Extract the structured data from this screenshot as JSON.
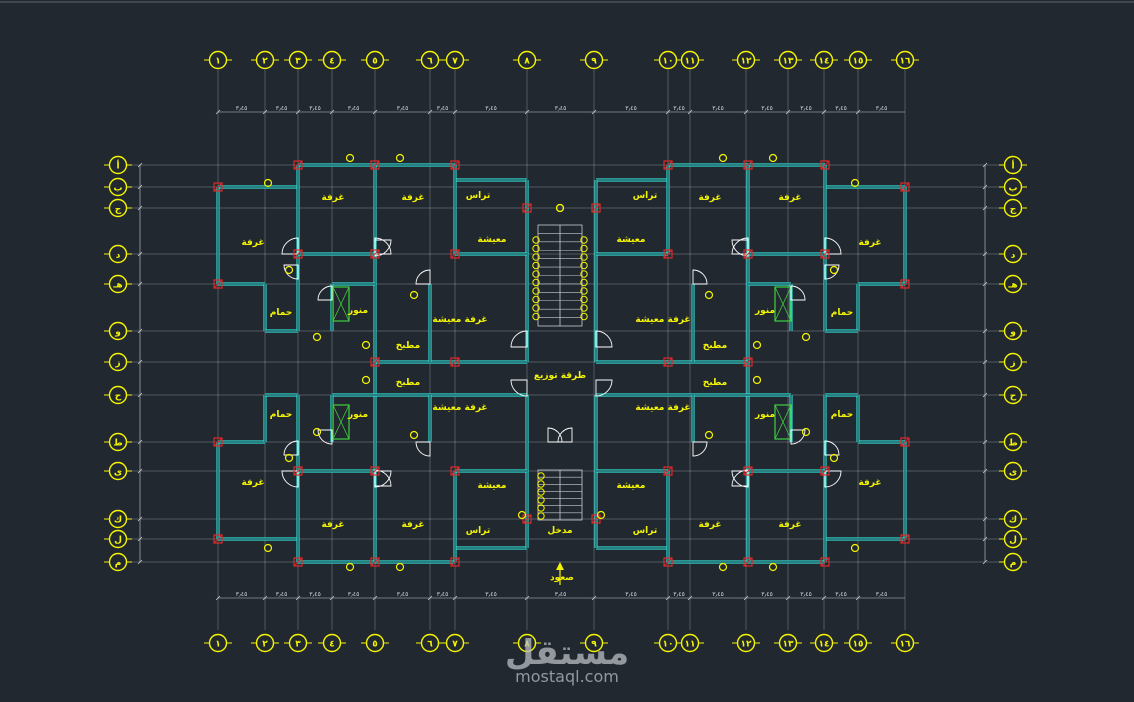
{
  "axes": {
    "top": [
      {
        "label": "١"
      },
      {
        "label": "٢"
      },
      {
        "label": "٣"
      },
      {
        "label": "٤"
      },
      {
        "label": "٥"
      },
      {
        "label": "٦"
      },
      {
        "label": "٧"
      },
      {
        "label": "٨"
      },
      {
        "label": "٩"
      },
      {
        "label": "١٠"
      },
      {
        "label": "١١"
      },
      {
        "label": "١٢"
      },
      {
        "label": "١٣"
      },
      {
        "label": "١٤"
      },
      {
        "label": "١٥"
      },
      {
        "label": "١٦"
      }
    ],
    "side": [
      {
        "label": "أ"
      },
      {
        "label": "ب"
      },
      {
        "label": "ج"
      },
      {
        "label": "د"
      },
      {
        "label": "هـ"
      },
      {
        "label": "و"
      },
      {
        "label": "ز"
      },
      {
        "label": "ح"
      },
      {
        "label": "ط"
      },
      {
        "label": "ى"
      },
      {
        "label": "ك"
      },
      {
        "label": "ل"
      },
      {
        "label": "م"
      }
    ]
  },
  "rooms": {
    "bedroom": "غرفة",
    "terrace": "تراس",
    "living": "معيشة",
    "living_room": "غرفة معيشة",
    "kitchen": "مطبخ",
    "bath": "حمام",
    "shaft": "منور",
    "corridor": "طرقة توزيع",
    "entrance": "مدخل",
    "up": "صعود"
  },
  "watermark": {
    "logo": "مستقل",
    "url": "mostaql.com"
  }
}
